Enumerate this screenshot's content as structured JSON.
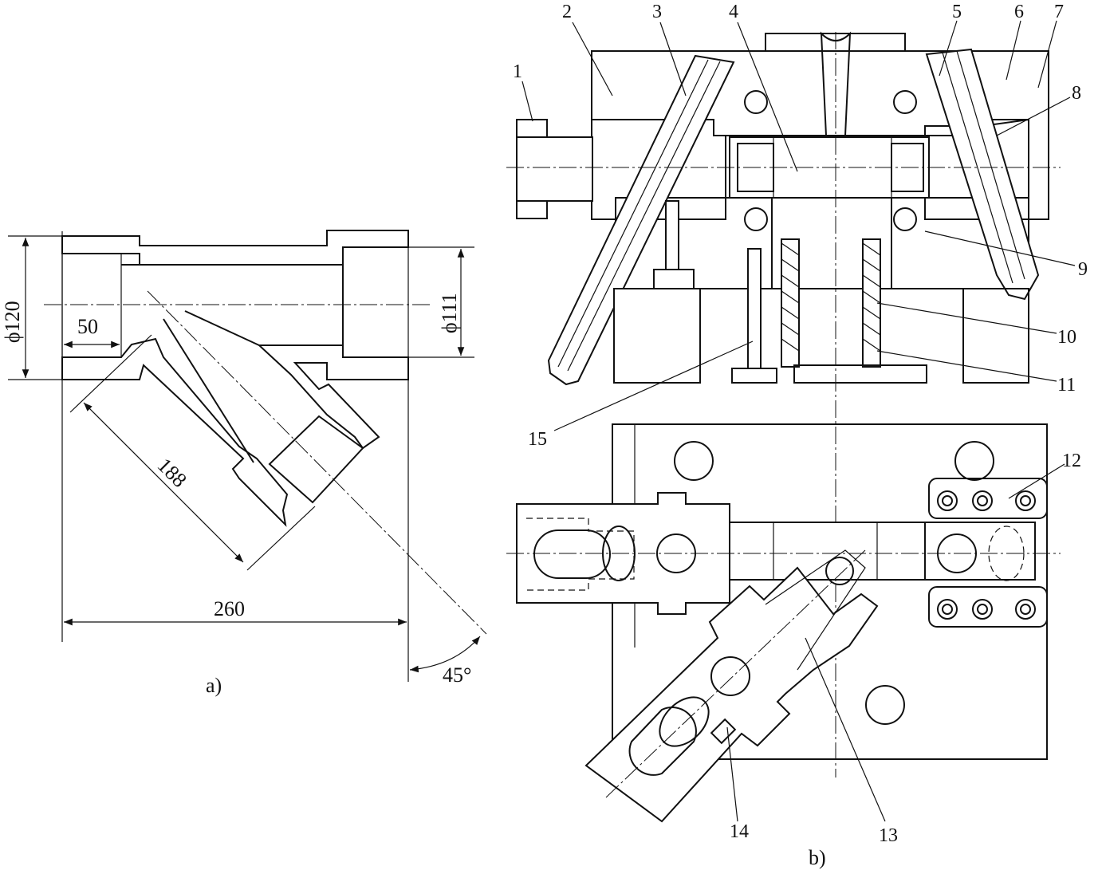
{
  "view_a": {
    "caption": "a)",
    "dim_diameter_left": "ϕ120",
    "dim_diameter_right": "ϕ111",
    "dim_socket_depth": "50",
    "dim_branch_length": "188",
    "dim_overall_length": "260",
    "dim_branch_angle": "45°"
  },
  "view_b": {
    "caption": "b)",
    "labels": {
      "p1": "1",
      "p2": "2",
      "p3": "3",
      "p4": "4",
      "p5": "5",
      "p6": "6",
      "p7": "7",
      "p8": "8",
      "p9": "9",
      "p10": "10",
      "p11": "11",
      "p12": "12",
      "p13": "13",
      "p14": "14",
      "p15": "15"
    }
  }
}
